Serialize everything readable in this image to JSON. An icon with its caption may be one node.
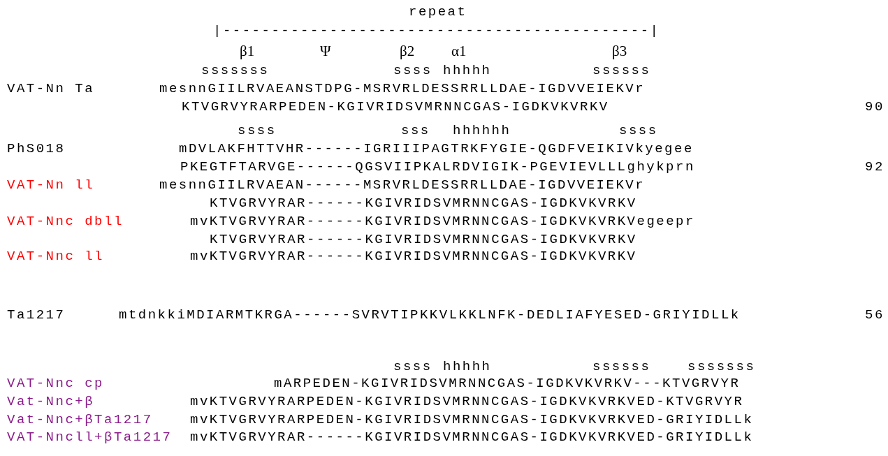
{
  "diagram": {
    "labels": [
      "repeat",
      "|--------------------------------------------|",
      "β1",
      "Ψ",
      "β2",
      "α1",
      "β3",
      "sssssss",
      "ssss",
      "hhhhh",
      "ssssss",
      "VAT-Nn Ta",
      "mesnnGIILRVAEANSTDPG-MSRVRLDESSRRLLDAE-IGDVVEIEKVr",
      "KTVGRVYRARPEDEN-KGIVRIDSVMRNNCGAS-IGDKVKVRKV",
      "90",
      "ssss",
      "sss",
      "hhhhhh",
      "ssss",
      "PhS018",
      "mDVLAKFHTTVHR------IGRIIIPAGTRKFYGIE-QGDFVEIKIVkyegee",
      "PKEGTFTARVGE------QGSVIIPKALRDVIGIK-PGEVIEVLLLghykprn",
      "92",
      "VAT-Nn ll",
      "mesnnGIILRVAEAN------MSRVRLDESSRRLLDAE-IGDVVEIEKVr",
      "KTVGRVYRAR------KGIVRIDSVMRNNCGAS-IGDKVKVRKV",
      "VAT-Nnc dbll",
      "mvKTVGRVYRAR------KGIVRIDSVMRNNCGAS-IGDKVKVRKVegeepr",
      "KTVGRVYRAR------KGIVRIDSVMRNNCGAS-IGDKVKVRKV",
      "VAT-Nnc ll",
      "mvKTVGRVYRAR------KGIVRIDSVMRNNCGAS-IGDKVKVRKV",
      "Ta1217",
      "mtdnkkiMDIARMTKRGA------SVRVTIPKKVLKKLNFK-DEDLIAFYESED-GRIYIDLLk",
      "56",
      "ssss",
      "hhhhh",
      "ssssss",
      "sssssss",
      "VAT-Nnc cp",
      "mARPEDEN-KGIVRIDSVMRNNCGAS-IGDKVKVRKV---KTVGRVYR",
      "Vat-Nnc+β",
      "mvKTVGRVYRARPEDEN-KGIVRIDSVMRNNCGAS-IGDKVKVRKVED-KTVGRVYR",
      "Vat-Nnc+βTa1217",
      "mvKTVGRVYRARPEDEN-KGIVRIDSVMRNNCGAS-IGDKVKVRKVED-GRIYIDLLk",
      "VAT-Nncll+βTa1217",
      "mvKTVGRVYRAR------KGIVRIDSVMRNNCGAS-IGDKVKVRKVED-GRIYIDLLk"
    ]
  }
}
